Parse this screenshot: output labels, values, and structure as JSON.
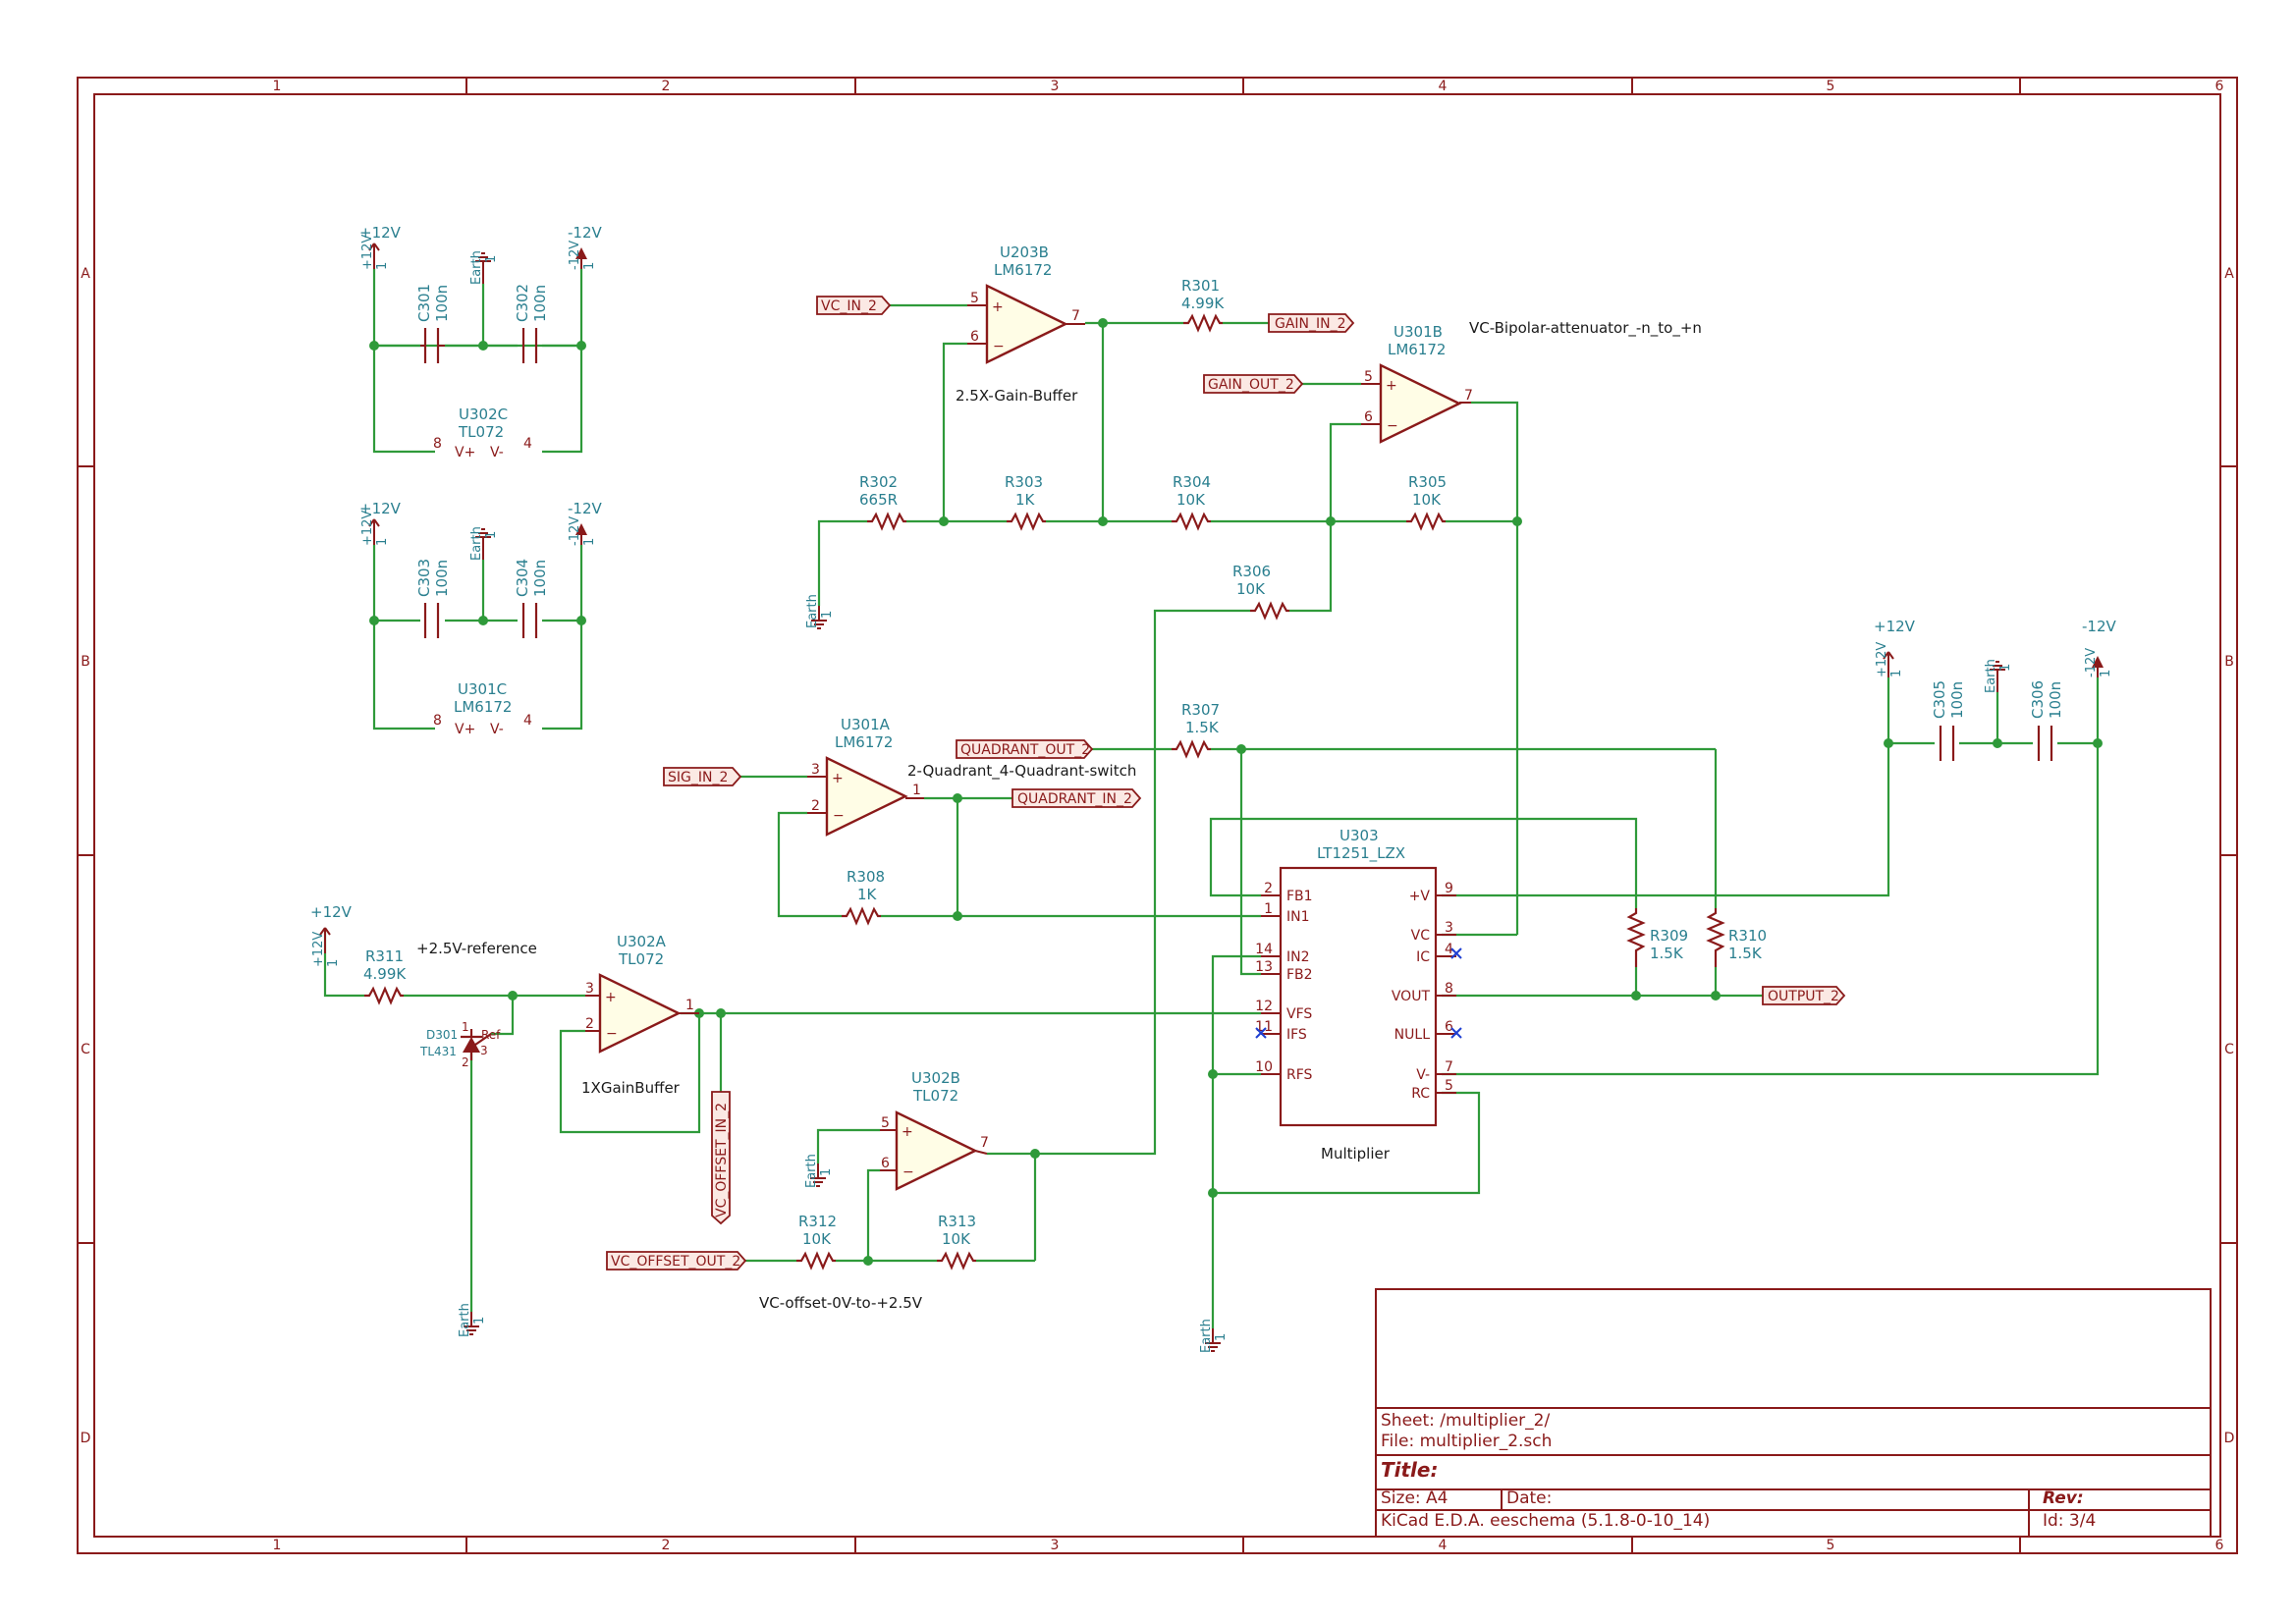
{
  "frame": {
    "columns": [
      "1",
      "2",
      "3",
      "4",
      "5",
      "6"
    ],
    "rows": [
      "A",
      "B",
      "C",
      "D"
    ]
  },
  "title_block": {
    "sheet": "Sheet: /multiplier_2/",
    "file": "File: multiplier_2.sch",
    "title": "Title:",
    "size": "Size: A4",
    "date": "Date:",
    "rev": "Rev:",
    "tool": "KiCad E.D.A.  eeschema (5.1.8-0-10_14)",
    "id": "Id: 3/4"
  },
  "power": {
    "p12": "+12V",
    "m12": "-12V",
    "earth": "Earth",
    "pin": "1"
  },
  "components": {
    "c301": {
      "ref": "C301",
      "value": "100n"
    },
    "c302": {
      "ref": "C302",
      "value": "100n"
    },
    "c303": {
      "ref": "C303",
      "value": "100n"
    },
    "c304": {
      "ref": "C304",
      "value": "100n"
    },
    "c305": {
      "ref": "C305",
      "value": "100n"
    },
    "c306": {
      "ref": "C306",
      "value": "100n"
    },
    "u302c": {
      "ref": "U302C",
      "value": "TL072",
      "pin_vp": "8",
      "pin_vm": "4",
      "vp": "V+",
      "vm": "V-"
    },
    "u301c": {
      "ref": "U301C",
      "value": "LM6172",
      "pin_vp": "8",
      "pin_vm": "4",
      "vp": "V+",
      "vm": "V-"
    },
    "u203b": {
      "ref": "U203B",
      "value": "LM6172",
      "pin_p": "5",
      "pin_n": "6",
      "pin_o": "7"
    },
    "u301b": {
      "ref": "U301B",
      "value": "LM6172",
      "pin_p": "5",
      "pin_n": "6",
      "pin_o": "7"
    },
    "u301a": {
      "ref": "U301A",
      "value": "LM6172",
      "pin_p": "3",
      "pin_n": "2",
      "pin_o": "1"
    },
    "u302a": {
      "ref": "U302A",
      "value": "TL072",
      "pin_p": "3",
      "pin_n": "2",
      "pin_o": "1"
    },
    "u302b": {
      "ref": "U302B",
      "value": "TL072",
      "pin_p": "5",
      "pin_n": "6",
      "pin_o": "7"
    },
    "r301": {
      "ref": "R301",
      "value": "4.99K"
    },
    "r302": {
      "ref": "R302",
      "value": "665R"
    },
    "r303": {
      "ref": "R303",
      "value": "1K"
    },
    "r304": {
      "ref": "R304",
      "value": "10K"
    },
    "r305": {
      "ref": "R305",
      "value": "10K"
    },
    "r306": {
      "ref": "R306",
      "value": "10K"
    },
    "r307": {
      "ref": "R307",
      "value": "1.5K"
    },
    "r308": {
      "ref": "R308",
      "value": "1K"
    },
    "r309": {
      "ref": "R309",
      "value": "1.5K"
    },
    "r310": {
      "ref": "R310",
      "value": "1.5K"
    },
    "r311": {
      "ref": "R311",
      "value": "4.99K"
    },
    "r312": {
      "ref": "R312",
      "value": "10K"
    },
    "r313": {
      "ref": "R313",
      "value": "10K"
    },
    "d301": {
      "ref": "D301",
      "value": "TL431",
      "pin_ref": "Ref",
      "pin_k": "1",
      "pin_r": "3",
      "pin_a": "2"
    },
    "u303": {
      "ref": "U303",
      "value": "LT1251_LZX",
      "desc": "Multiplier",
      "left_pins": [
        {
          "num": "2",
          "name": "FB1"
        },
        {
          "num": "1",
          "name": "IN1"
        },
        {
          "num": "14",
          "name": "IN2"
        },
        {
          "num": "13",
          "name": "FB2"
        },
        {
          "num": "12",
          "name": "VFS"
        },
        {
          "num": "11",
          "name": "IFS"
        },
        {
          "num": "10",
          "name": "RFS"
        }
      ],
      "right_pins": [
        {
          "num": "9",
          "name": "+V"
        },
        {
          "num": "3",
          "name": "VC"
        },
        {
          "num": "4",
          "name": "IC"
        },
        {
          "num": "8",
          "name": "VOUT"
        },
        {
          "num": "6",
          "name": "NULL"
        },
        {
          "num": "7",
          "name": "V-"
        },
        {
          "num": "5",
          "name": "RC"
        }
      ]
    }
  },
  "labels": {
    "vc_in_2": "VC_IN_2",
    "gain_in_2": "GAIN_IN_2",
    "gain_out_2": "GAIN_OUT_2",
    "sig_in_2": "SIG_IN_2",
    "quadrant_out_2": "QUADRANT_OUT_2",
    "quadrant_in_2": "QUADRANT_IN_2",
    "output_2": "OUTPUT_2",
    "vc_offset_in_2": "VC_OFFSET_IN_2",
    "vc_offset_out_2": "VC_OFFSET_OUT_2"
  },
  "notes": {
    "gain_buffer": "2.5X-Gain-Buffer",
    "bipolar": "VC-Bipolar-attenuator_-n_to_+n",
    "quadrant": "2-Quadrant_4-Quadrant-switch",
    "reference": "+2.5V-reference",
    "unity": "1XGainBuffer",
    "offset": "VC-offset-0V-to-+2.5V"
  },
  "colors": {
    "frame": "#8a1a1a",
    "wire": "#2f9a3a",
    "reference_text": "#2a7f8f",
    "body_fill": "#fffde6",
    "no_connect": "#1f3fd1"
  }
}
